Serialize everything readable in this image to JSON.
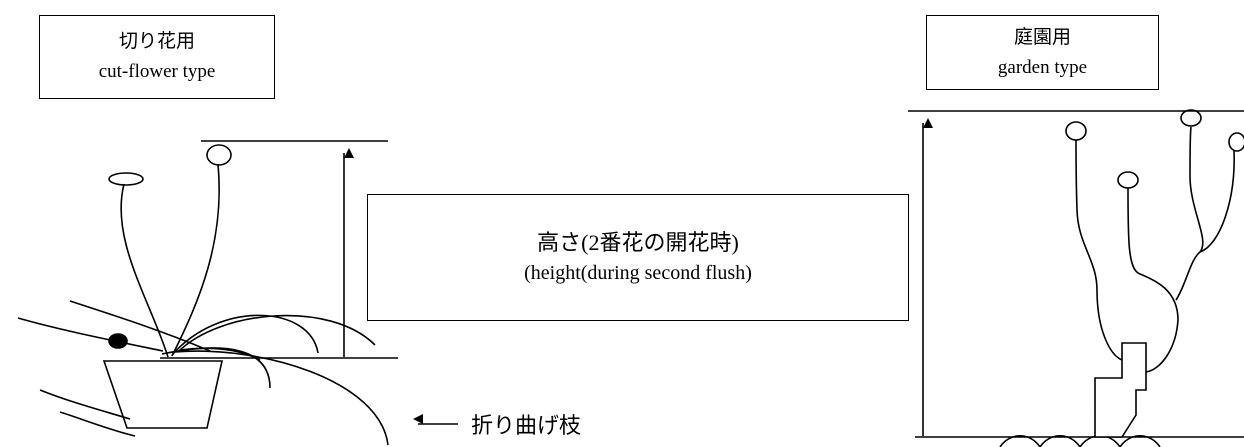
{
  "cut_flower_box": {
    "title_ja": "切り花用",
    "title_en": "cut-flower type"
  },
  "garden_box": {
    "title_ja": "庭園用",
    "title_en": "garden type"
  },
  "height_box": {
    "label_ja": "高さ(2番花の開花時)",
    "label_en": "(height(during second flush)"
  },
  "bent_branch_label": "折り曲げ枝"
}
